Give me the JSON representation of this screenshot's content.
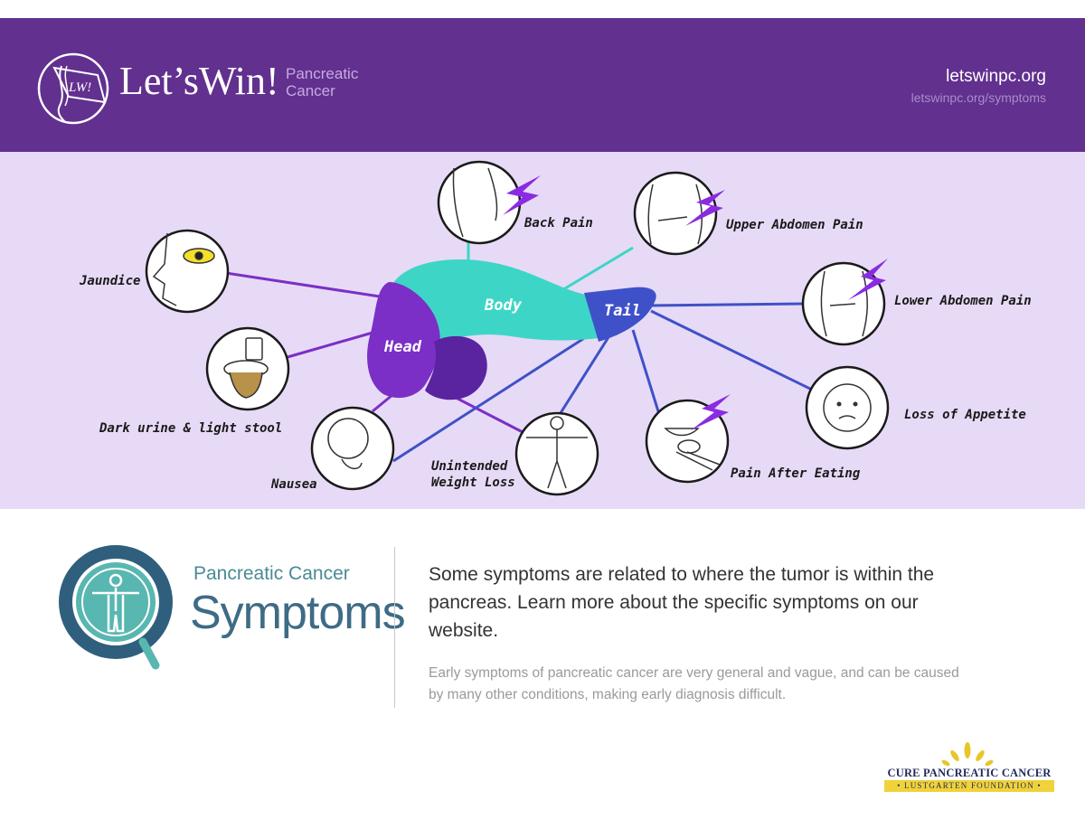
{
  "header": {
    "brand": "Let’sWin!",
    "brand_sub": "Pancreatic Cancer",
    "logo_mark_text": "LW!",
    "site_url": "letswinpc.org",
    "site_sub": "letswinpc.org/symptoms"
  },
  "pancreas": {
    "head": "Head",
    "body": "Body",
    "tail": "Tail"
  },
  "symptoms": {
    "jaundice": "Jaundice",
    "dark_urine": "Dark urine & light stool",
    "nausea": "Nausea",
    "weight_loss_1": "Unintended",
    "weight_loss_2": "Weight Loss",
    "back_pain": "Back Pain",
    "upper_abdomen": "Upper Abdomen Pain",
    "lower_abdomen": "Lower Abdomen Pain",
    "loss_appetite": "Loss of Appetite",
    "pain_eating": "Pain After Eating"
  },
  "colors": {
    "header_bg": "#62308f",
    "diagram_bg": "#e7daf6",
    "head": "#7b2fc6",
    "body": "#3dd6c6",
    "tail": "#3f51c8",
    "bolt": "#8a2be2"
  },
  "bottom": {
    "title_small": "Pancreatic Cancer",
    "title_big": "Symptoms",
    "lead": "Some symptoms are related to where the tumor is within the pancreas. Learn more about the specific symptoms on our website.",
    "note": "Early symptoms of pancreatic cancer are very general and vague, and can be caused by many other conditions, making early diagnosis difficult."
  },
  "foundation": {
    "name": "CURE PANCREATIC CANCER",
    "sub": "• LUSTGARTEN FOUNDATION •"
  }
}
